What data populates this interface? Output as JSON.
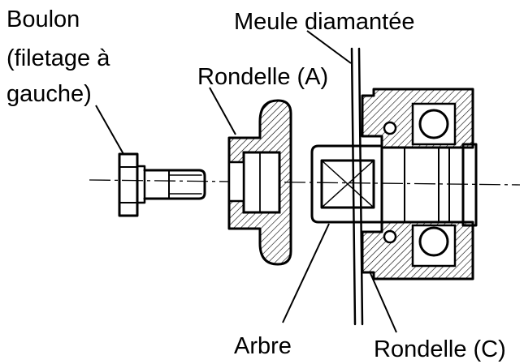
{
  "labels": {
    "bolt_line1": "Boulon",
    "bolt_line2": "(filetage à",
    "bolt_line3": "gauche)",
    "wheel": "Meule diamantée",
    "washer_a": "Rondelle (A)",
    "shaft": "Arbre",
    "washer_c": "Rondelle (C)"
  },
  "colors": {
    "ink": "#000000",
    "background": "#ffffff"
  }
}
